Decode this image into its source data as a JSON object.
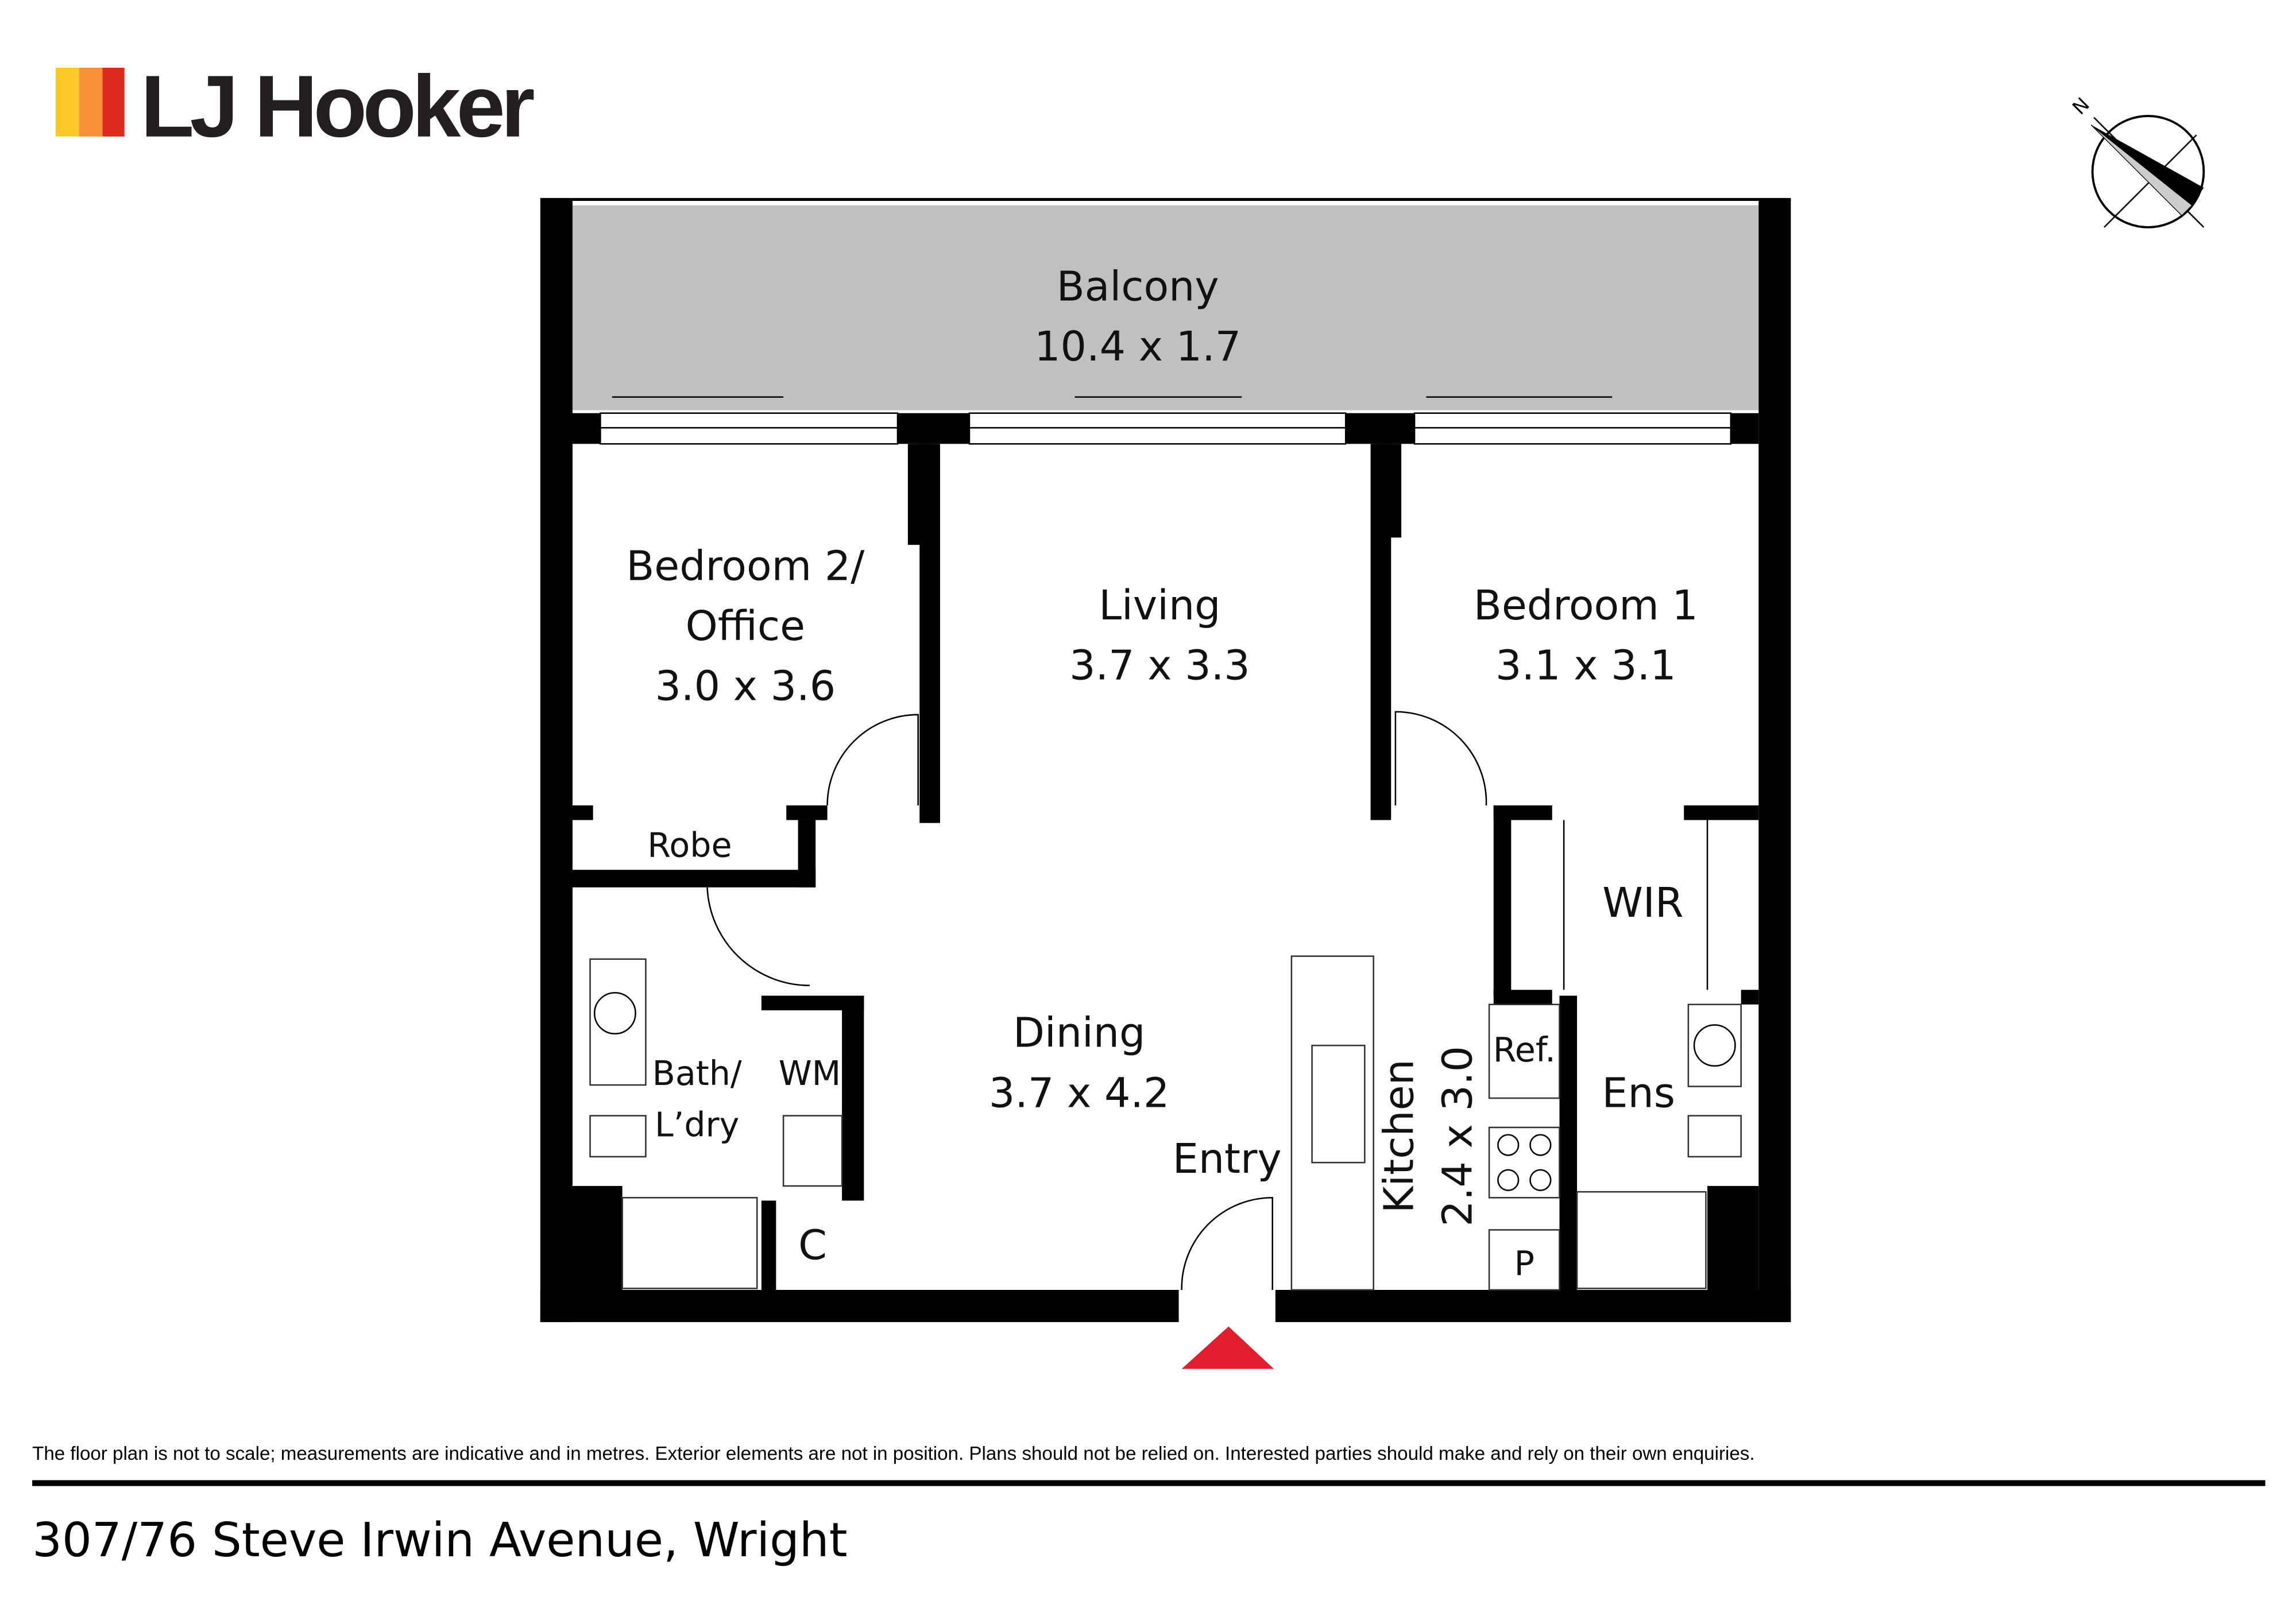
{
  "brand": {
    "name": "LJ Hooker",
    "colors": {
      "yellow": "#ffc928",
      "orange": "#f7923a",
      "red": "#dc2a1e",
      "text": "#231f20"
    }
  },
  "compass": {
    "label": "N"
  },
  "rooms": {
    "balcony": {
      "name": "Balcony",
      "size": "10.4 x 1.7"
    },
    "bedroom2": {
      "name_line1": "Bedroom 2/",
      "name_line2": "Office",
      "size": "3.0 x 3.6"
    },
    "living": {
      "name": "Living",
      "size": "3.7 x 3.3"
    },
    "bedroom1": {
      "name": "Bedroom 1",
      "size": "3.1 x 3.1"
    },
    "robe": {
      "name": "Robe"
    },
    "wir": {
      "name": "WIR"
    },
    "bath": {
      "name_line1": "Bath/",
      "name_line2": "L’dry"
    },
    "wm": {
      "name": "WM"
    },
    "dining": {
      "name": "Dining",
      "size": "3.7 x 4.2"
    },
    "entry": {
      "name": "Entry"
    },
    "kitchen": {
      "name": "Kitchen",
      "size": "2.4 x 3.0"
    },
    "ref": {
      "name": "Ref."
    },
    "ens": {
      "name": "Ens"
    },
    "cupboard": {
      "name": "C"
    },
    "pantry": {
      "name": "P"
    }
  },
  "colors": {
    "balcony_fill": "#c0c0c0",
    "entry_marker": "#e01e2f"
  },
  "footer": {
    "disclaimer": "The floor plan is not to scale; measurements are indicative and in metres. Exterior elements are not in position. Plans should not be relied on. Interested parties should make and rely on their own enquiries.",
    "address": "307/76 Steve Irwin Avenue, Wright"
  }
}
